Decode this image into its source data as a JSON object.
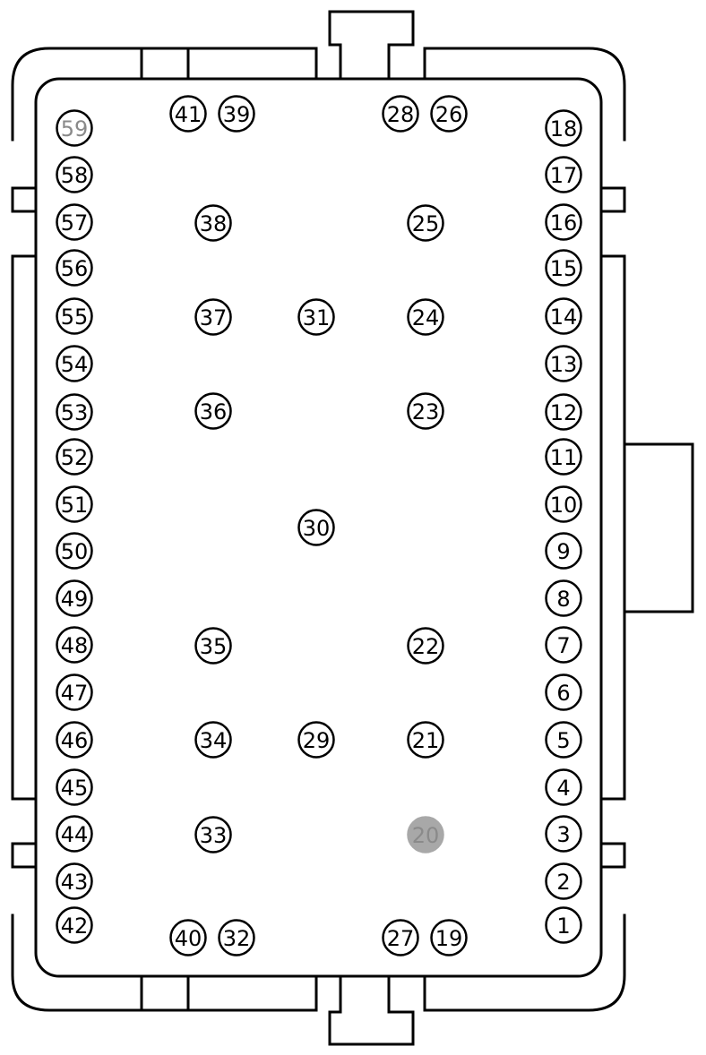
{
  "connector": {
    "pins": [
      {
        "num": "1"
      },
      {
        "num": "2"
      },
      {
        "num": "3"
      },
      {
        "num": "4"
      },
      {
        "num": "5"
      },
      {
        "num": "6"
      },
      {
        "num": "7"
      },
      {
        "num": "8"
      },
      {
        "num": "9"
      },
      {
        "num": "10"
      },
      {
        "num": "11"
      },
      {
        "num": "12"
      },
      {
        "num": "13"
      },
      {
        "num": "14"
      },
      {
        "num": "15"
      },
      {
        "num": "16"
      },
      {
        "num": "17"
      },
      {
        "num": "18"
      },
      {
        "num": "19"
      },
      {
        "num": "20",
        "state": "filled"
      },
      {
        "num": "21"
      },
      {
        "num": "22"
      },
      {
        "num": "23"
      },
      {
        "num": "24"
      },
      {
        "num": "25"
      },
      {
        "num": "26"
      },
      {
        "num": "27"
      },
      {
        "num": "28"
      },
      {
        "num": "29"
      },
      {
        "num": "30"
      },
      {
        "num": "31"
      },
      {
        "num": "32"
      },
      {
        "num": "33"
      },
      {
        "num": "34"
      },
      {
        "num": "35"
      },
      {
        "num": "36"
      },
      {
        "num": "37"
      },
      {
        "num": "38"
      },
      {
        "num": "39"
      },
      {
        "num": "40"
      },
      {
        "num": "41"
      },
      {
        "num": "42"
      },
      {
        "num": "43"
      },
      {
        "num": "44"
      },
      {
        "num": "45"
      },
      {
        "num": "46"
      },
      {
        "num": "47"
      },
      {
        "num": "48"
      },
      {
        "num": "49"
      },
      {
        "num": "50"
      },
      {
        "num": "51"
      },
      {
        "num": "52"
      },
      {
        "num": "53"
      },
      {
        "num": "54"
      },
      {
        "num": "55"
      },
      {
        "num": "56"
      },
      {
        "num": "57"
      },
      {
        "num": "58"
      },
      {
        "num": "59",
        "state": "muted"
      }
    ]
  }
}
